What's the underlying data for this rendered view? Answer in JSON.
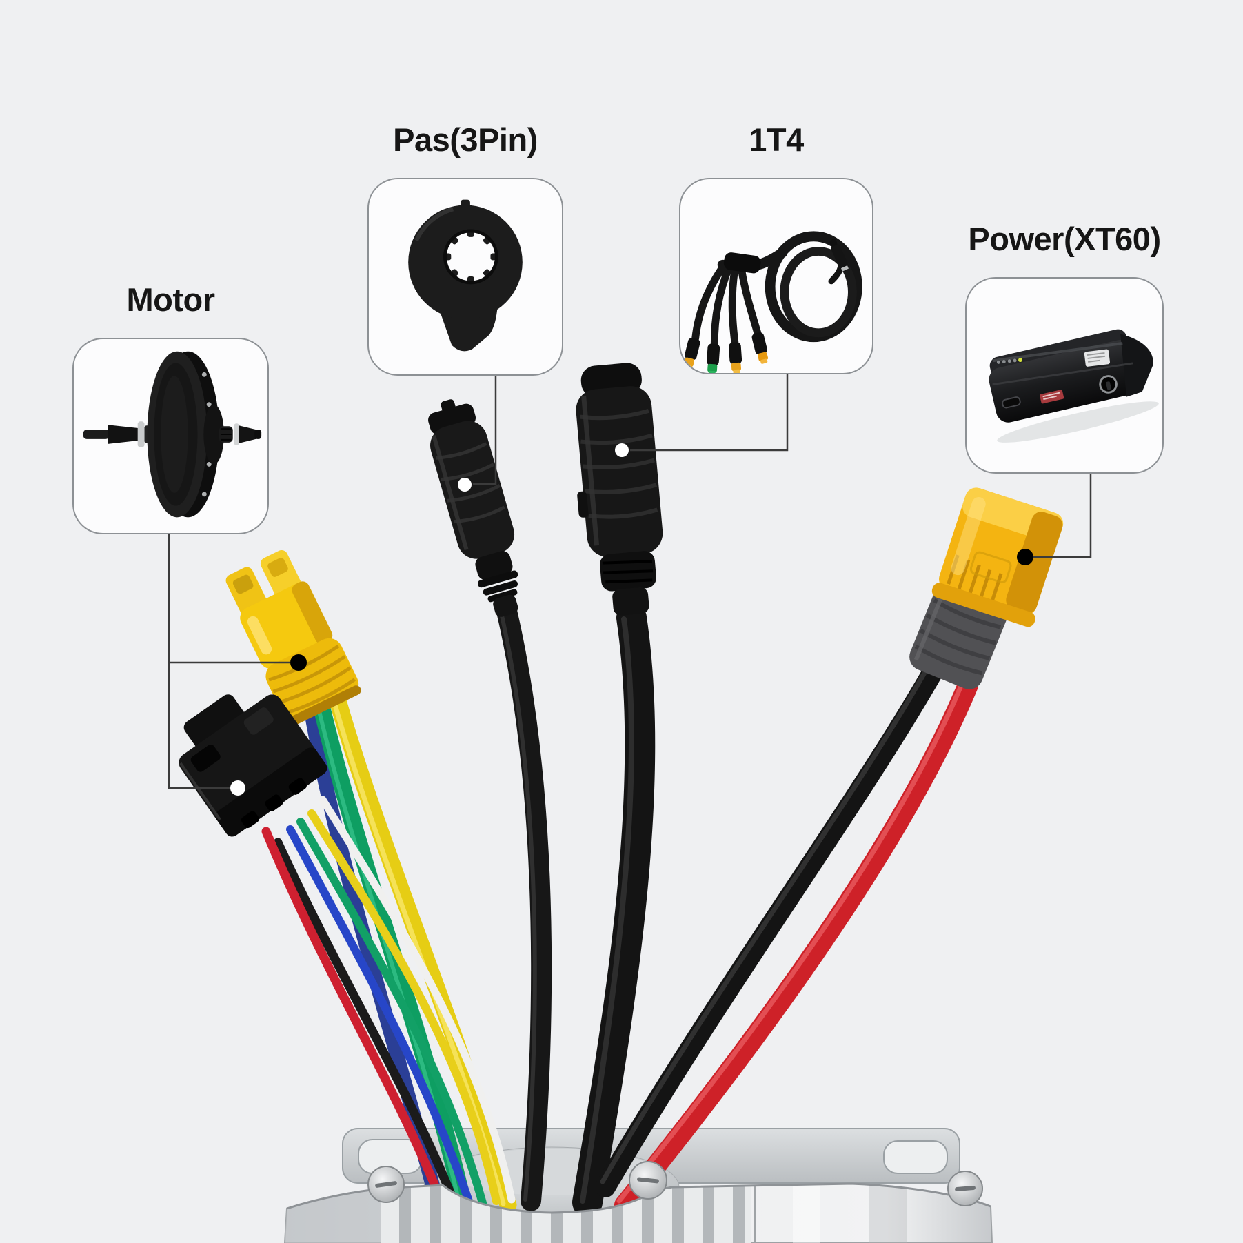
{
  "page": {
    "background_color": "#eff0f2",
    "type": "annotated product photo of e-bike controller cables"
  },
  "callouts": [
    {
      "id": "motor",
      "label": "Motor",
      "image": "hub-motor-photo",
      "markers": [
        "black-dot-on-yellow-connector",
        "white-dot-on-black-connector"
      ]
    },
    {
      "id": "pas",
      "label": "Pas(3Pin)",
      "image": "pas-sensor-photo",
      "markers": [
        "white-dot-on-black-connector"
      ]
    },
    {
      "id": "one-to-four",
      "label": "1T4",
      "image": "one-to-four-cable-photo",
      "markers": [
        "white-dot-on-black-connector"
      ]
    },
    {
      "id": "power",
      "label": "Power(XT60)",
      "image": "battery-photo",
      "markers": [
        "black-dot-on-yellow-connector"
      ]
    }
  ],
  "photo": {
    "controller_color": "#d9dcde",
    "connector_colors": {
      "mt60_motor": "#f5c90f",
      "xt60_power": "#f4b411",
      "black_connectors": "#161616"
    },
    "wire_colors": {
      "motor_phase": [
        "#2b3f96",
        "#0e9e62",
        "#e6cd14"
      ],
      "harness": [
        "#ce2030",
        "#1b1b1b",
        "#2746c8",
        "#12a066",
        "#e8cf1a",
        "#f3f3f3"
      ],
      "power": [
        "#141414",
        "#ce2128"
      ]
    },
    "callout_line_color": "#3b3b3b"
  }
}
